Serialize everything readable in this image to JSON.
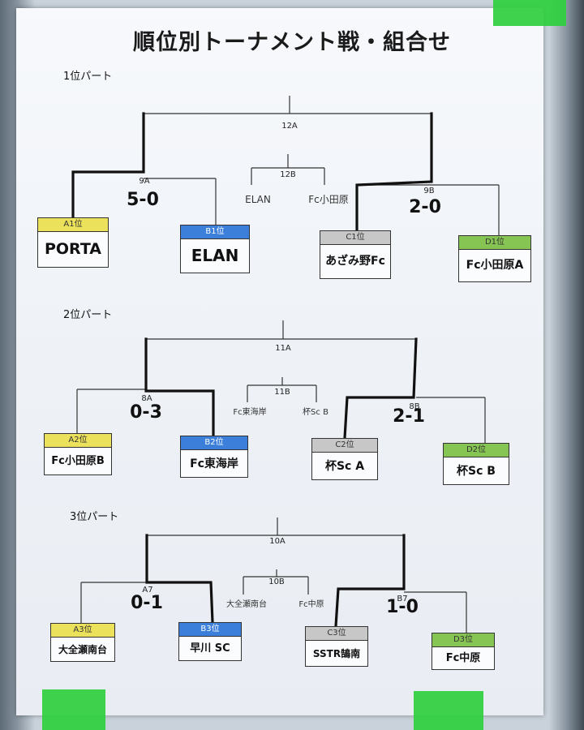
{
  "title": "順位別トーナメント戦・組合せ",
  "colors": {
    "yellow": "#ece15a",
    "blue": "#3b7fdb",
    "gray": "#c7c7c7",
    "green": "#86c553",
    "tape": "#2fcf3e"
  },
  "sections": [
    {
      "label": "1位パート",
      "final": "12A",
      "third": "12B",
      "semi_left": "9A",
      "semi_right": "9B",
      "third_left": "ELAN",
      "third_right": "Fc小田原",
      "score_left": "5-0",
      "score_right": "2-0",
      "teams": [
        {
          "seed": "A1位",
          "name": "PORTA"
        },
        {
          "seed": "B1位",
          "name": "ELAN"
        },
        {
          "seed": "C1位",
          "name": "あざみ野Fc"
        },
        {
          "seed": "D1位",
          "name": "Fc小田原A"
        }
      ]
    },
    {
      "label": "2位パート",
      "final": "11A",
      "third": "11B",
      "semi_left": "8A",
      "semi_right": "8B",
      "third_left": "Fc東海岸",
      "third_right": "杯Sc B",
      "score_left": "0-3",
      "score_right": "2-1",
      "teams": [
        {
          "seed": "A2位",
          "name": "Fc小田原B"
        },
        {
          "seed": "B2位",
          "name": "Fc東海岸"
        },
        {
          "seed": "C2位",
          "name": "杯Sc A"
        },
        {
          "seed": "D2位",
          "name": "杯Sc B"
        }
      ]
    },
    {
      "label": "3位パート",
      "final": "10A",
      "third": "10B",
      "semi_left": "A7",
      "semi_right": "B7",
      "third_left": "大全瀬南台",
      "third_right": "Fc中原",
      "score_left": "0-1",
      "score_right": "1-0",
      "teams": [
        {
          "seed": "A3位",
          "name": "大全瀬南台"
        },
        {
          "seed": "B3位",
          "name": "早川 SC"
        },
        {
          "seed": "C3位",
          "name": "SSTR鵠南"
        },
        {
          "seed": "D3位",
          "name": "Fc中原"
        }
      ]
    }
  ]
}
